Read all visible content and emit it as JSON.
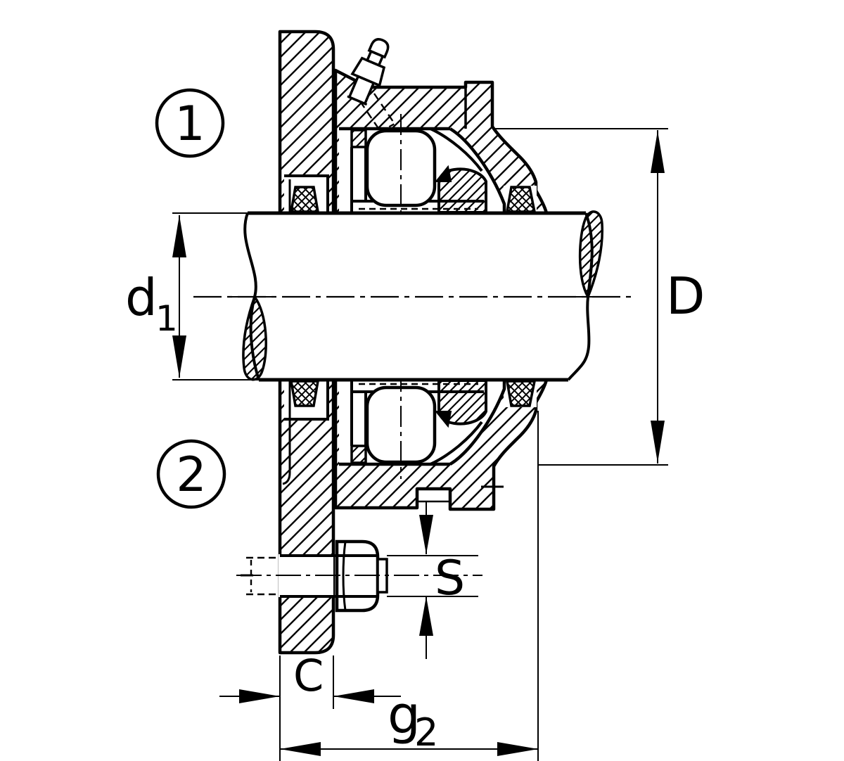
{
  "drawing": {
    "type": "engineering-section-drawing",
    "subject": "flanged bearing unit cross-section",
    "background_color": "#ffffff",
    "line_color": "#000000",
    "callouts": [
      {
        "id": "1",
        "label": "1"
      },
      {
        "id": "2",
        "label": "2"
      }
    ],
    "dimensions": {
      "d1": {
        "base": "d",
        "sub": "1"
      },
      "D": {
        "label": "D"
      },
      "S": {
        "label": "S"
      },
      "C": {
        "label": "C"
      },
      "g2": {
        "base": "g",
        "sub": "2"
      }
    }
  }
}
